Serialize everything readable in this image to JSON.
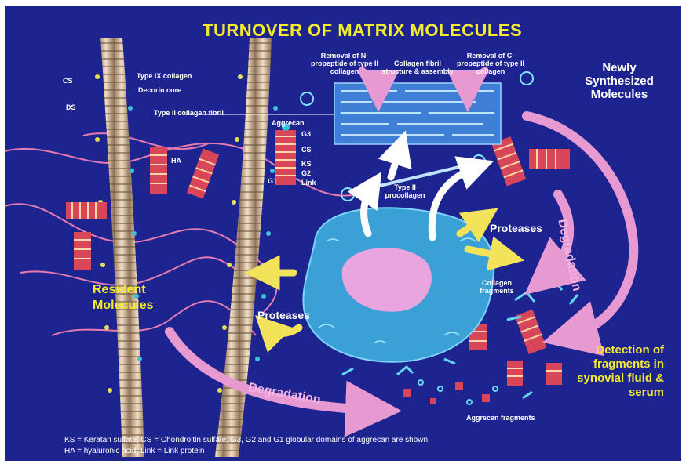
{
  "title": "TURNOVER OF MATRIX MOLECULES",
  "labels": {
    "cs": "CS",
    "ds": "DS",
    "type_ix_collagen": "Type IX collagen",
    "decorin_core": "Decorin core",
    "type_ii_fibril": "Type II collagen fibril",
    "n_propeptide": "Removal of N-propeptide of type II collagen",
    "fibril_assembly": "Collagen fibril structure & assembly",
    "c_propeptide": "Removal of C-propeptide of type II collagen",
    "newly_synthesized": "Newly Synthesized Molecules",
    "aggrecan": "Aggrecan",
    "g3": "G3",
    "agg_cs": "CS",
    "ks": "KS",
    "g2": "G2",
    "g1": "G1",
    "link": "Link",
    "ha": "HA",
    "procollagen": "Type II procollagen",
    "proteases_right": "Proteases",
    "proteases_left": "Proteases",
    "degradation_right": "Degradation",
    "degradation_bottom": "Degradation",
    "collagen_fragments": "Collagen fragments",
    "resident": "Resident Molecules",
    "detection": "Detection of fragments in synovial fluid & serum",
    "aggrecan_fragments": "Aggrecan fragments"
  },
  "footnote": {
    "line1": "KS = Keratan sulfate; CS = Chondroitin sulfate; G3, G2 and G1 globular domains of aggrecan are shown.",
    "line2": "HA = hyaluronic acid; Link = Link protein"
  },
  "colors": {
    "background": "#1e248f",
    "title": "#f5ea2e",
    "arrow_pink": "#e79ad2",
    "arrow_yellow": "#f3e35a",
    "cell": "#3aa0d6",
    "nucleus": "#e9a5df"
  }
}
